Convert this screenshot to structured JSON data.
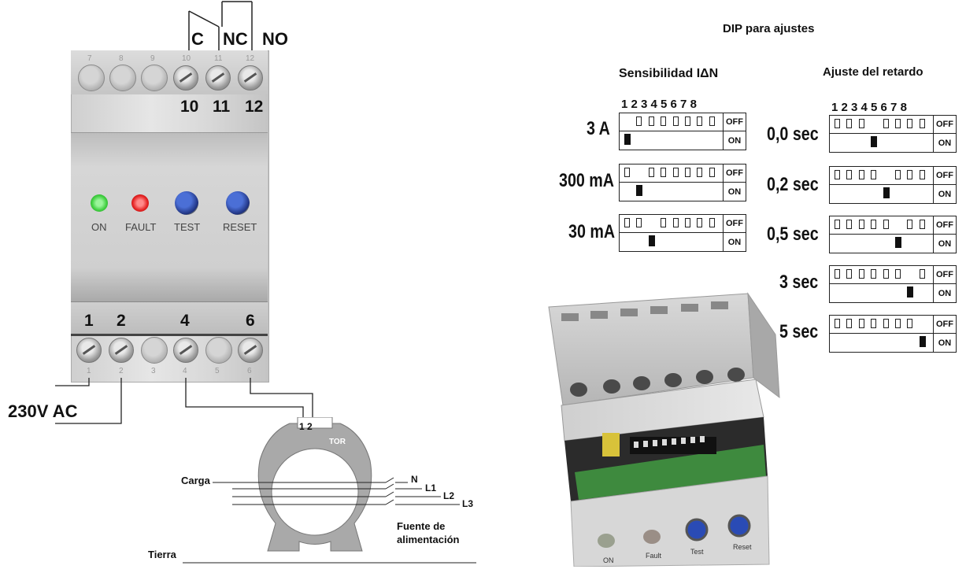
{
  "relay": {
    "contacts": {
      "c": "C",
      "nc": "NC",
      "no": "NO"
    },
    "top_terminals": {
      "small": [
        "7",
        "8",
        "9",
        "10",
        "11",
        "12"
      ],
      "big": [
        "10",
        "11",
        "12"
      ]
    },
    "indicators": {
      "on": "ON",
      "fault": "FAULT",
      "test": "TEST",
      "reset": "RESET"
    },
    "bottom_terminals": {
      "big": [
        "1",
        "2",
        "4",
        "6"
      ],
      "small": [
        "1",
        "2",
        "3",
        "4",
        "5",
        "6"
      ]
    },
    "supply_label": "230V AC"
  },
  "toroid": {
    "pins": "1 2",
    "label": "TOR",
    "load_label": "Carga",
    "lines": [
      "N",
      "L1",
      "L2",
      "L3"
    ],
    "source_label": "Fuente de alimentación",
    "ground_label": "Tierra"
  },
  "dip": {
    "title": "DIP para ajustes",
    "switch_numbers": "1 2 3 4 5 6 7 8",
    "off_label": "OFF",
    "on_label": "ON",
    "sensitivity": {
      "title": "Sensibilidad IΔN",
      "settings": [
        {
          "label": "3 A",
          "on_switch": 1
        },
        {
          "label": "300 mA",
          "on_switch": 2
        },
        {
          "label": "30 mA",
          "on_switch": 3
        }
      ]
    },
    "delay": {
      "title": "Ajuste del retardo",
      "settings": [
        {
          "label": "0,0 sec",
          "on_switch": 4
        },
        {
          "label": "0,2 sec",
          "on_switch": 5
        },
        {
          "label": "0,5 sec",
          "on_switch": 6
        },
        {
          "label": "3 sec",
          "on_switch": 7
        },
        {
          "label": "5 sec",
          "on_switch": 8
        }
      ]
    }
  },
  "photo": {
    "labels": {
      "on": "ON",
      "fault": "Fault",
      "test": "Test",
      "reset": "Reset"
    }
  },
  "colors": {
    "led_on": "#3fcf3f",
    "led_fault": "#e52222",
    "button_blue": "#2a4bb5",
    "housing": "#c8c8c8"
  }
}
